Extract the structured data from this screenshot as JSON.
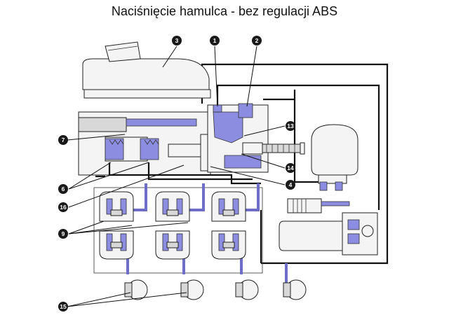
{
  "title": "Naciśnięcie hamulca - bez regulacji ABS",
  "callouts": [
    {
      "id": "callout-1",
      "number": "1"
    },
    {
      "id": "callout-2",
      "number": "2"
    },
    {
      "id": "callout-3",
      "number": "3"
    },
    {
      "id": "callout-4",
      "number": "4"
    },
    {
      "id": "callout-6",
      "number": "6"
    },
    {
      "id": "callout-7",
      "number": "7"
    },
    {
      "id": "callout-9",
      "number": "9"
    },
    {
      "id": "callout-13",
      "number": "13"
    },
    {
      "id": "callout-14",
      "number": "14"
    },
    {
      "id": "callout-15",
      "number": "15"
    },
    {
      "id": "callout-16",
      "number": "16"
    }
  ],
  "colors": {
    "brake_fluid": "#8c8ce0",
    "pipes": "#111111",
    "background": "#ffffff"
  }
}
